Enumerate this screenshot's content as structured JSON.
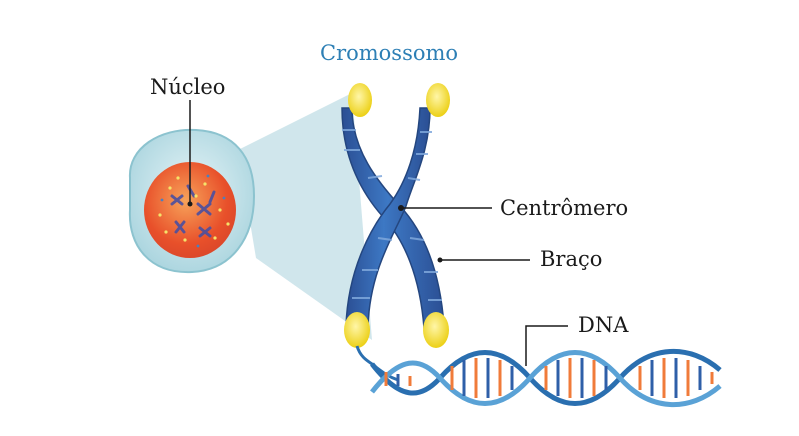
{
  "labels": {
    "title": "Cromossomo",
    "nucleus": "Núcleo",
    "centromere": "Centrômero",
    "arm": "Braço",
    "dna": "DNA"
  },
  "colors": {
    "title": "#2d7fb5",
    "chromatid": "#2f5fa8",
    "telomere": "#f3dc1e",
    "cell_membrane": "#bfe2ea",
    "nucleus_core": "#e8502a",
    "zoom_cone": "#a9d2dc",
    "dna_backbone": "#2a6fb0",
    "dna_rung_orange": "#f07b3a",
    "dna_rung_blue": "#2f5fa8"
  },
  "icons": [
    "cell-illustration",
    "chromosome-illustration",
    "dna-helix-illustration"
  ]
}
